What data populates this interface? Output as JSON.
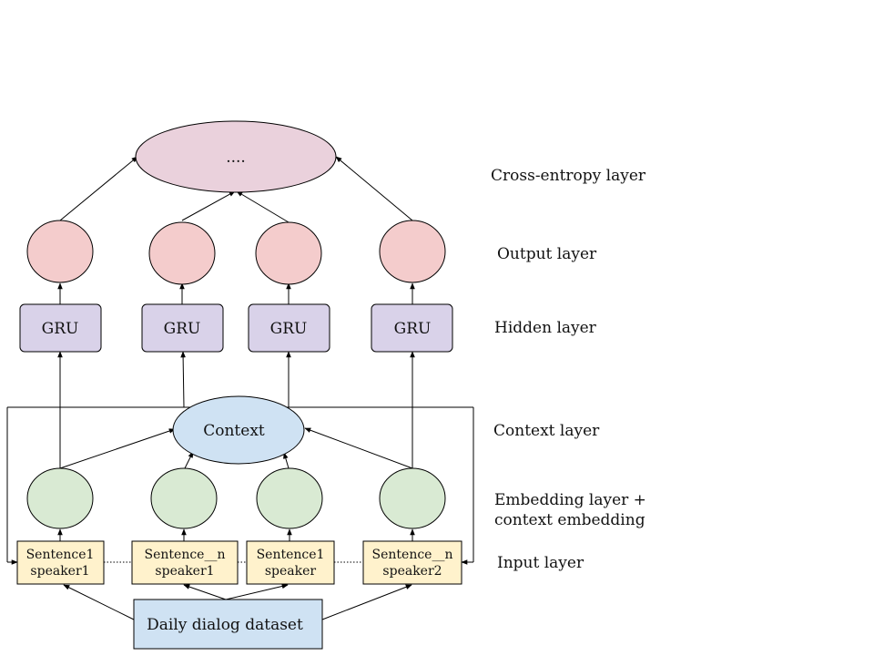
{
  "diagram": {
    "top_node_label": "....",
    "gru_labels": [
      "GRU",
      "GRU",
      "GRU",
      "GRU"
    ],
    "context_label": "Context",
    "inputs": [
      {
        "line1": "Sentence1",
        "line2": "speaker1"
      },
      {
        "line1": "Sentence__n",
        "line2": "speaker1"
      },
      {
        "line1": "Sentence1",
        "line2": "speaker"
      },
      {
        "line1": "Sentence__n",
        "line2": "speaker2"
      }
    ],
    "dataset_label": "Daily dialog dataset"
  },
  "layers": {
    "cross_entropy": "Cross-entropy layer",
    "output": "Output layer",
    "hidden": "Hidden layer",
    "context": "Context layer",
    "embedding_line1": "Embedding layer +",
    "embedding_line2": "context embedding",
    "input": "Input layer"
  },
  "colors": {
    "top_node": "#ead1dc",
    "output_node": "#f4cccc",
    "gru_box": "#d9d2e9",
    "context_node": "#cfe2f3",
    "embedding_node": "#d9ead3",
    "input_box": "#fff2cc",
    "dataset_box": "#cfe2f3"
  }
}
